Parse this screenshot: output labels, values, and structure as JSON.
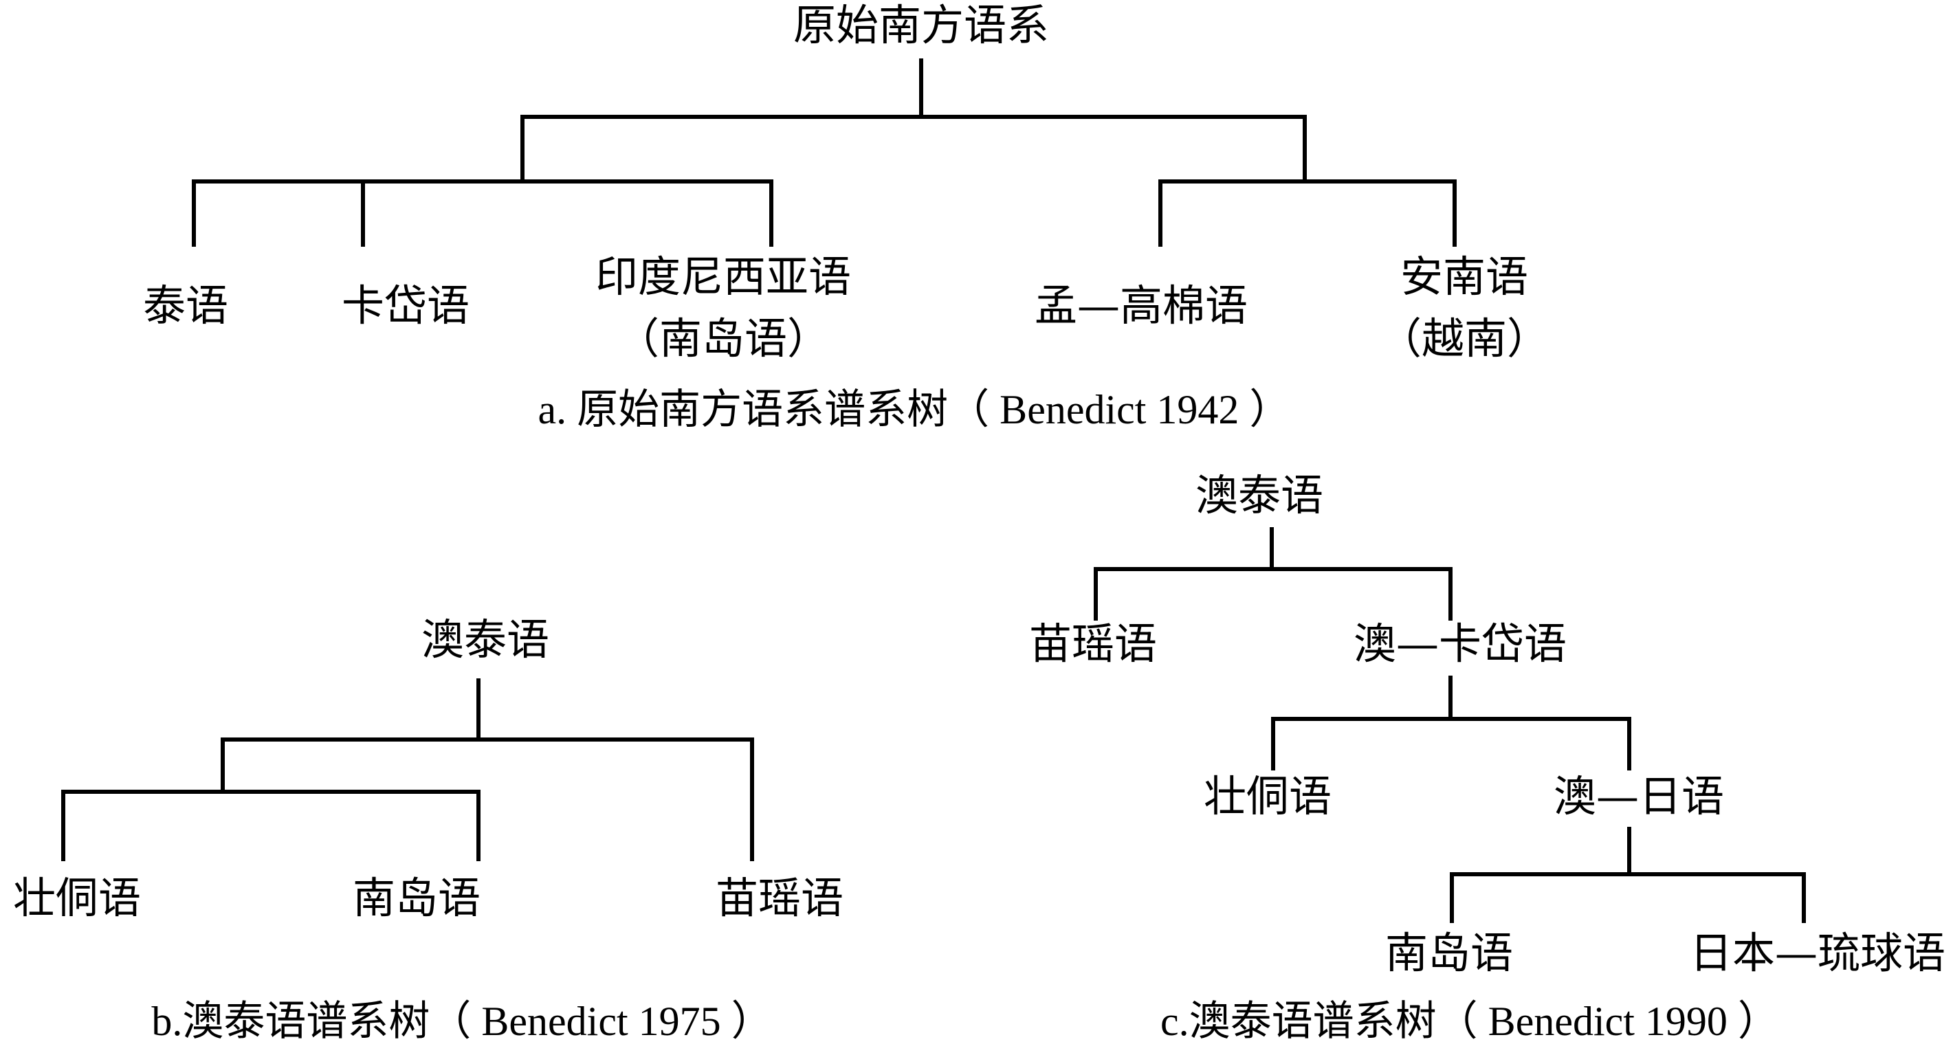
{
  "trees": {
    "a": {
      "root": "原始南方语系",
      "leaves": [
        "泰语",
        "卡岱语",
        "印度尼西亚语",
        "（南岛语）",
        "孟—高棉语",
        "安南语",
        "（越南）"
      ],
      "caption": "a. 原始南方语系谱系树（ Benedict 1942 ）"
    },
    "b": {
      "root": "澳泰语",
      "leaves": [
        "壮侗语",
        "南岛语",
        "苗瑶语"
      ],
      "caption": "b.澳泰语谱系树（ Benedict 1975 ）"
    },
    "c": {
      "root": "澳泰语",
      "nodes": [
        "苗瑶语",
        "澳—卡岱语",
        "壮侗语",
        "澳—日语",
        "南岛语",
        "日本—琉球语"
      ],
      "caption": "c.澳泰语谱系树（ Benedict  1990 ）"
    }
  }
}
